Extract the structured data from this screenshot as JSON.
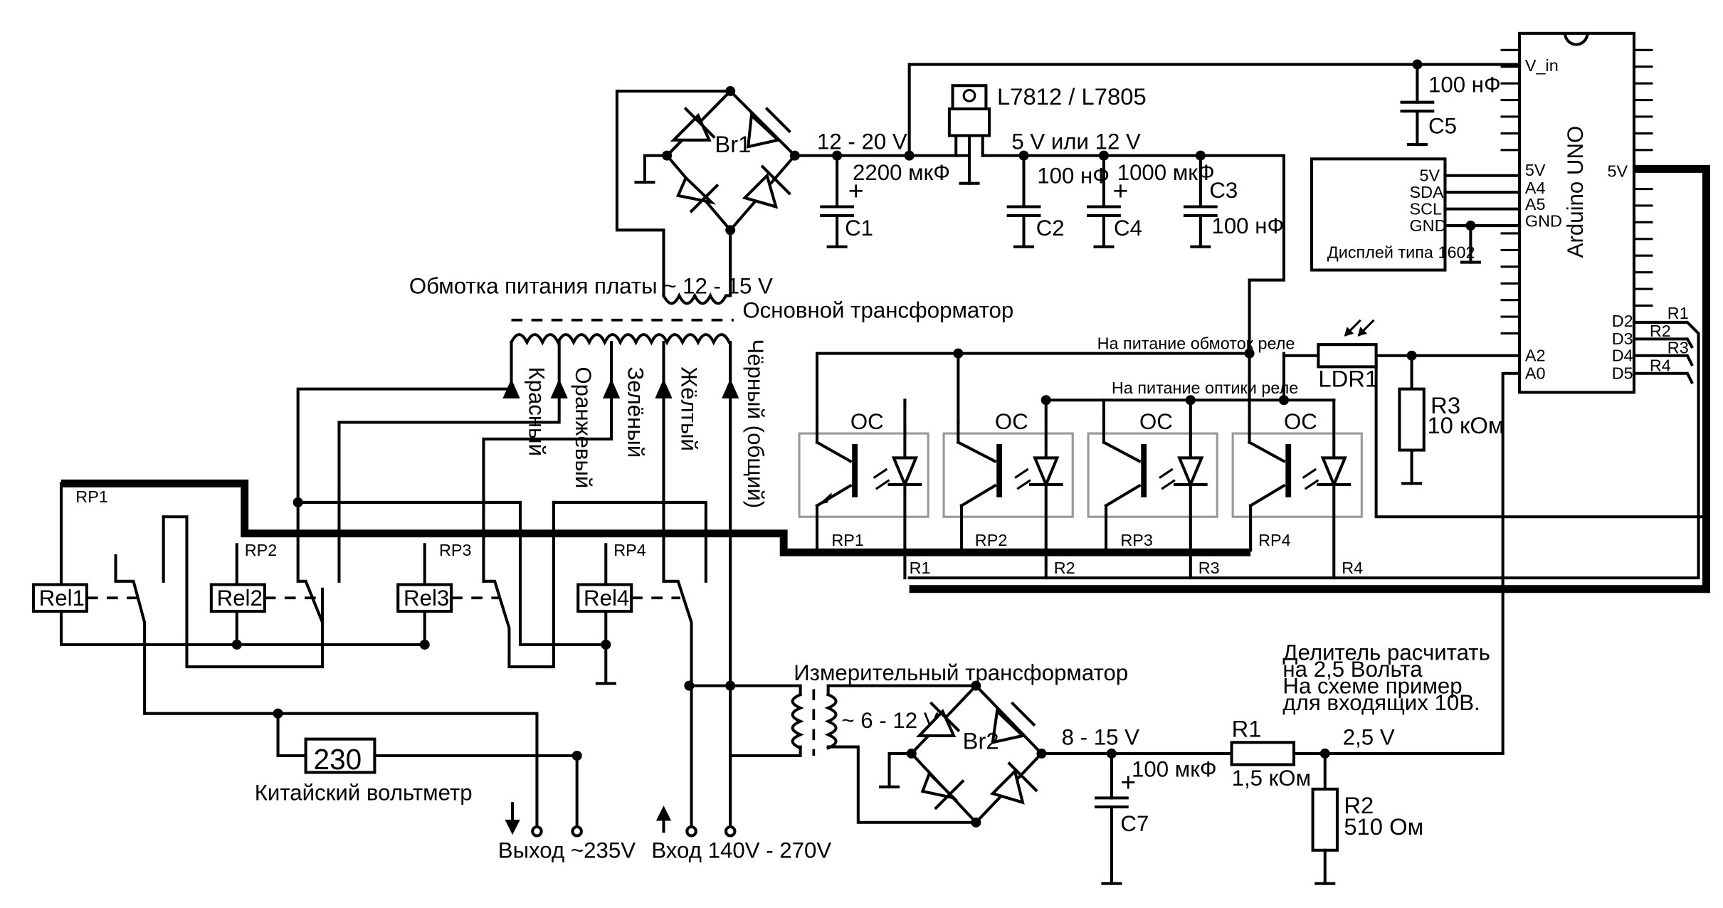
{
  "labels": {
    "regulator": "L7812 / L7805",
    "v_in_range": "12 - 20 V",
    "c1_value": "2200 мкФ",
    "c1_name": "C1",
    "reg_out": "5 V или 12 V",
    "c2_value": "100 нФ",
    "c2_name": "C2",
    "c4_value": "1000 мкФ",
    "c4_name": "C4",
    "c3_name": "C3",
    "c3_value": "100 нФ",
    "c5_value": "100 нФ",
    "c5_name": "C5",
    "br1": "Br1",
    "power_winding": "Обмотка питания платы ~ 12 - 15 V",
    "main_transformer": "Основной трансформатор",
    "tap_red": "Красный",
    "tap_orange": "Оранжевый",
    "tap_green": "Зелёный",
    "tap_yellow": "Жёлтый",
    "tap_black": "Чёрный (общий)",
    "relay_coil_power": "На питание обмоток реле",
    "optics_power": "На питание оптики реле",
    "ldr1": "LDR1",
    "r3_name": "R3",
    "r3_value": "10 кОм",
    "oc": "OC",
    "measure_transformer": "Измерительный трансформатор",
    "meas_winding": "~ 6 - 12 V",
    "br2": "Br2",
    "v_rect": "8 - 15 V",
    "c7_value": "100 мкФ",
    "c7_name": "C7",
    "divider_note_1": "Делитель расчитать",
    "divider_note_2": "на 2,5 Вольта",
    "divider_note_3": "На схеме пример",
    "divider_note_4": "для входящих 10В.",
    "r1_name": "R1",
    "r1_value": "1,5 кОм",
    "r2_name": "R2",
    "r2_value": "510 Ом",
    "v_div": "2,5 V",
    "voltmeter_display": "230",
    "voltmeter": "Китайский вольтметр",
    "output": "Выход ~235V",
    "input": "Вход 140V - 270V",
    "rel1": "Rel1",
    "rel2": "Rel2",
    "rel3": "Rel3",
    "rel4": "Rel4",
    "rp1": "RP1",
    "rp2": "RP2",
    "rp3": "RP3",
    "rp4": "RP4",
    "r1_sig": "R1",
    "r2_sig": "R2",
    "r3_sig": "R3",
    "r4_sig": "R4",
    "display_caption": "Дисплей типа 1602",
    "disp_5v": "5V",
    "disp_sda": "SDA",
    "disp_scl": "SCL",
    "disp_gnd": "GND",
    "arduino": "Arduino UNO",
    "pin_vin": "V_in",
    "pin_5v": "5V",
    "pin_a4": "A4",
    "pin_a5": "A5",
    "pin_gnd": "GND",
    "pin_a2": "A2",
    "pin_a0": "A0",
    "pin_5v_r": "5V",
    "pin_d2": "D2",
    "pin_d3": "D3",
    "pin_d4": "D4",
    "pin_d5": "D5"
  }
}
